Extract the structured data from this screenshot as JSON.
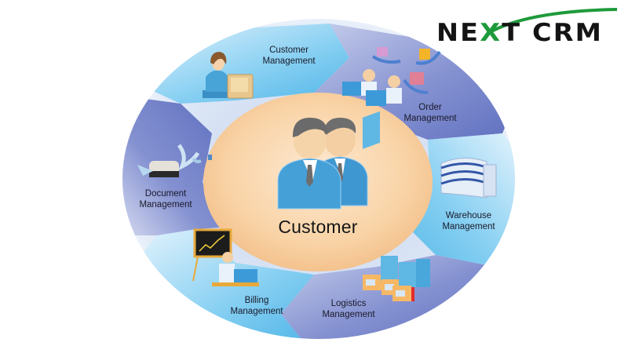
{
  "logo": {
    "prefix": "NE",
    "accent_letter": "X",
    "suffix": "T CRM",
    "text_color": "#141414",
    "accent_color": "#1e9a3a"
  },
  "diagram": {
    "center": {
      "label": "Customer",
      "icon": "two-business-people-icon",
      "fill_color": "#f7cf9e"
    },
    "ring_colors": {
      "light_blue": "#6ec3ee",
      "dark_blue": "#6f7fc6",
      "pale_background": "#dfe9f7"
    },
    "segments": [
      {
        "id": "customer",
        "line1": "Customer",
        "line2": "Management",
        "icon": "call-center-agent-icon",
        "color": "light"
      },
      {
        "id": "order",
        "line1": "Order",
        "line2": "Management",
        "icon": "order-team-icon",
        "color": "dark"
      },
      {
        "id": "warehouse",
        "line1": "Warehouse",
        "line2": "Management",
        "icon": "warehouse-building-icon",
        "color": "light"
      },
      {
        "id": "logistics",
        "line1": "Logistics",
        "line2": "Management",
        "icon": "delivery-trucks-icon",
        "color": "dark"
      },
      {
        "id": "billing",
        "line1": "Billing",
        "line2": "Management",
        "icon": "billing-chart-icon",
        "color": "light"
      },
      {
        "id": "document",
        "line1": "Document",
        "line2": "Management",
        "icon": "document-scanner-icon",
        "color": "dark"
      }
    ]
  }
}
